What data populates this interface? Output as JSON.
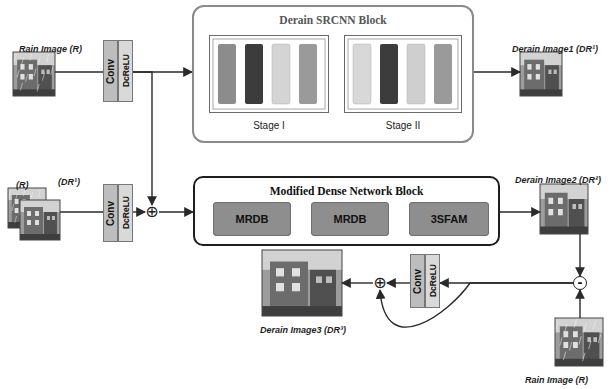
{
  "diagram": {
    "nodes": [
      {
        "text": [
          "Rain Image (R)"
        ]
      },
      {
        "text": [
          "Conv",
          "DcReLU"
        ]
      },
      {
        "text": [
          "Derain SRCNN Block"
        ]
      },
      {
        "text": [
          "Stage I"
        ],
        "in": 2
      },
      {
        "text": [
          "Stage II"
        ],
        "in": 2
      },
      {
        "text": [
          "Derain Image1 (DR¹)"
        ]
      },
      {
        "text": [
          "(R)",
          "(DR¹)"
        ]
      },
      {
        "text": [
          "Conv",
          "DcReLU"
        ]
      },
      {
        "text": [
          "⊕"
        ]
      },
      {
        "text": [
          "Modified Dense Network Block"
        ]
      },
      {
        "text": [
          "MRDB"
        ],
        "in": 9
      },
      {
        "text": [
          "MRDB"
        ],
        "in": 9
      },
      {
        "text": [
          "3SFAM"
        ],
        "in": 9
      },
      {
        "text": [
          "Derain Image2 (DR²)"
        ]
      },
      {
        "text": [
          "-"
        ]
      },
      {
        "text": [
          "Rain Image (R)"
        ]
      },
      {
        "text": [
          "Conv",
          "DcReLU"
        ]
      },
      {
        "text": [
          "⊕"
        ]
      },
      {
        "text": [
          "Derain Image3 (DR³)"
        ]
      }
    ],
    "edges": [
      {
        "from": 0,
        "to": 1,
        "arrow": "none"
      },
      {
        "from": 1,
        "to": 2,
        "arrow": "to"
      },
      {
        "from": 2,
        "to": 5,
        "arrow": "to"
      },
      {
        "from": 1,
        "to": 8,
        "arrow": "to"
      },
      {
        "from": 6,
        "to": 7,
        "arrow": "none"
      },
      {
        "from": 7,
        "to": 8,
        "arrow": "to"
      },
      {
        "from": 8,
        "to": 9,
        "arrow": "to"
      },
      {
        "from": 9,
        "to": 13,
        "arrow": "to"
      },
      {
        "from": 13,
        "to": 14,
        "arrow": "to"
      },
      {
        "from": 15,
        "to": 14,
        "arrow": "to"
      },
      {
        "from": 14,
        "to": 16,
        "arrow": "to"
      },
      {
        "from": 16,
        "to": 17,
        "arrow": "to"
      },
      {
        "from": 14,
        "to": 17,
        "arrow": "to"
      },
      {
        "from": 17,
        "to": 18,
        "arrow": "to"
      }
    ]
  }
}
